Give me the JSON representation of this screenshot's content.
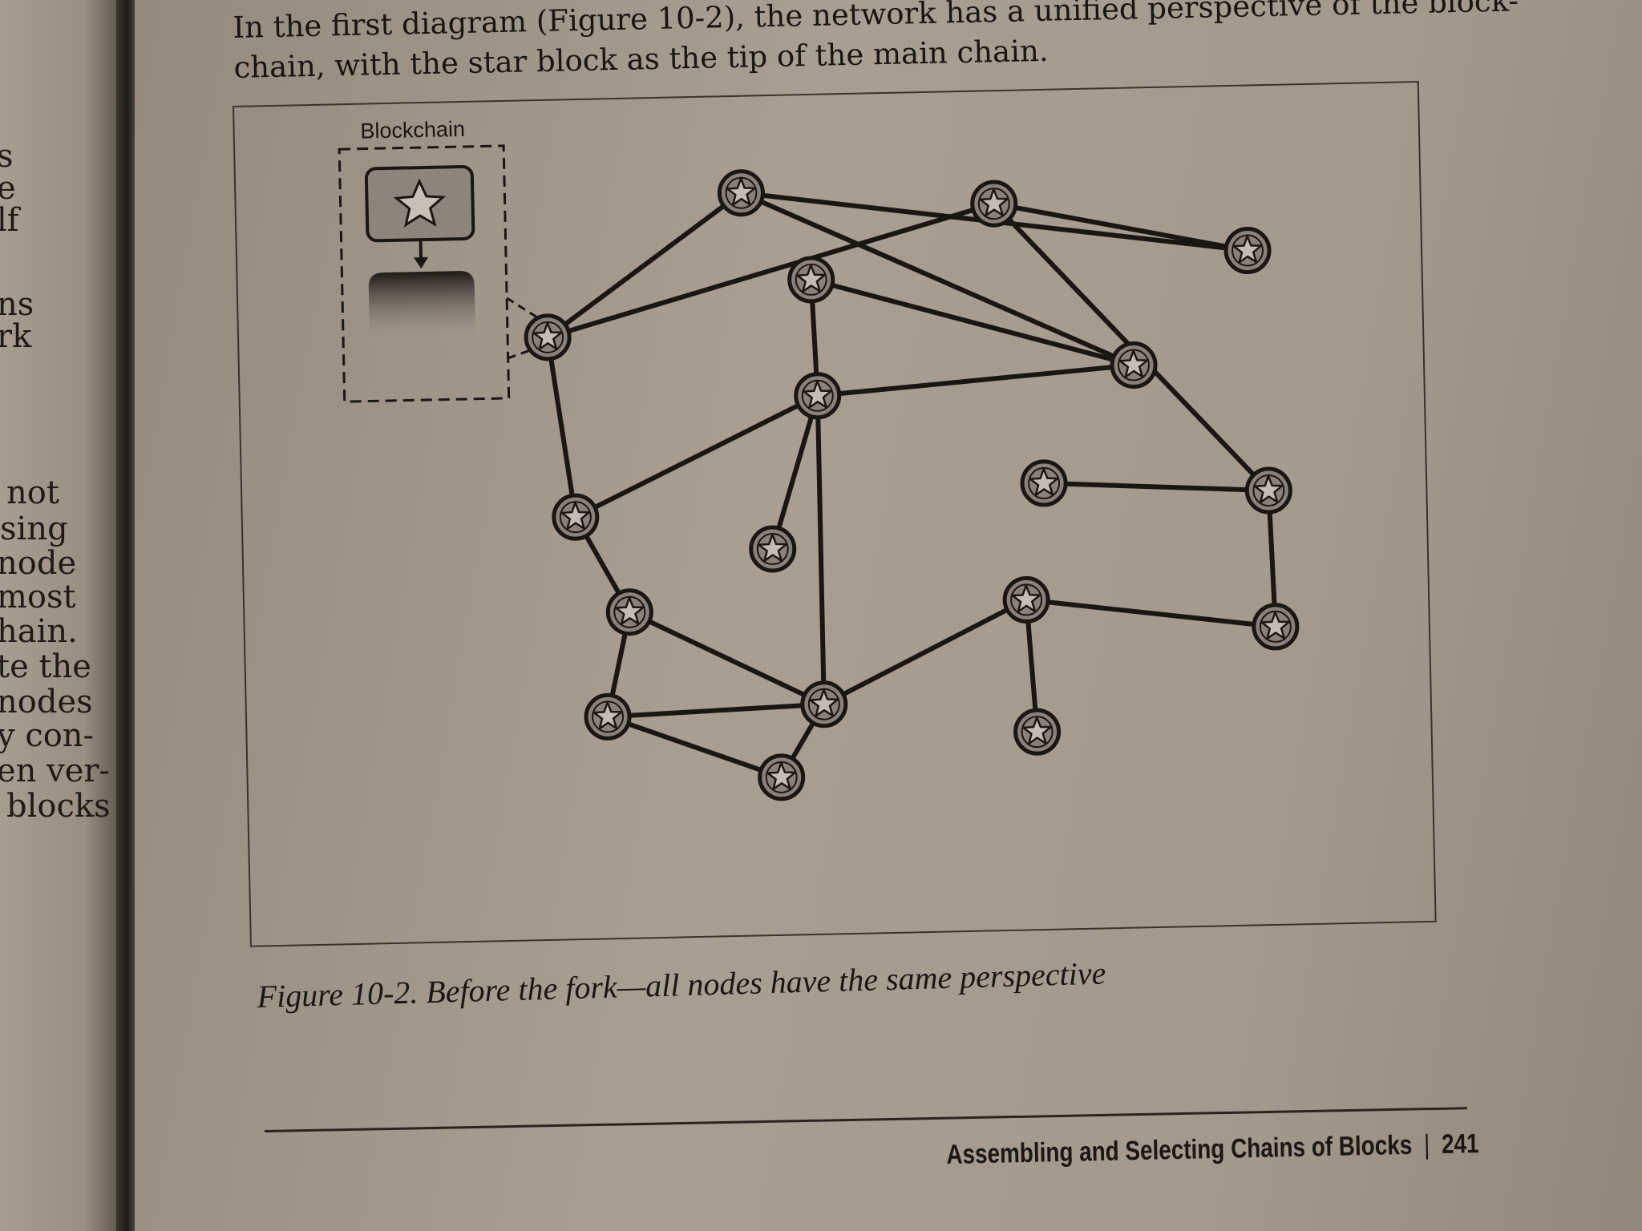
{
  "left_margin_words": [
    "s",
    "e",
    "lf",
    "ns",
    "rk",
    "not",
    "sing",
    "node",
    "most",
    "hain.",
    "te the",
    "nodes",
    "y con-",
    "en ver-",
    "blocks"
  ],
  "intro_lines": [
    "In the first diagram (Figure 10-2), the network has a unified perspective of the block-",
    "chain, with the star block as the tip of the main chain."
  ],
  "figure": {
    "inset_label": "Blockchain",
    "nodes": [
      {
        "id": "n1"
      },
      {
        "id": "n2"
      },
      {
        "id": "n3"
      },
      {
        "id": "n4"
      },
      {
        "id": "n5"
      },
      {
        "id": "n6"
      },
      {
        "id": "n7"
      },
      {
        "id": "n8"
      },
      {
        "id": "n9"
      },
      {
        "id": "n10"
      },
      {
        "id": "n11"
      },
      {
        "id": "n12"
      },
      {
        "id": "n13"
      },
      {
        "id": "n14"
      },
      {
        "id": "n15"
      },
      {
        "id": "n16"
      },
      {
        "id": "n17"
      },
      {
        "id": "n18"
      }
    ],
    "edges": [
      [
        "n1",
        "n2"
      ],
      [
        "n1",
        "n3"
      ],
      [
        "n2",
        "n4"
      ],
      [
        "n3",
        "n4"
      ],
      [
        "n2",
        "n6"
      ],
      [
        "n3",
        "n12"
      ],
      [
        "n1",
        "n7"
      ],
      [
        "n5",
        "n6"
      ],
      [
        "n5",
        "n8"
      ],
      [
        "n8",
        "n6"
      ],
      [
        "n7",
        "n8"
      ],
      [
        "n8",
        "n9"
      ],
      [
        "n8",
        "n14"
      ],
      [
        "n7",
        "n10"
      ],
      [
        "n10",
        "n14"
      ],
      [
        "n10",
        "n11"
      ],
      [
        "n11",
        "n14"
      ],
      [
        "n11",
        "n15"
      ],
      [
        "n14",
        "n15"
      ],
      [
        "n14",
        "n16"
      ],
      [
        "n16",
        "n13"
      ],
      [
        "n16",
        "n17"
      ],
      [
        "n12",
        "n13"
      ],
      [
        "n12",
        "n18"
      ]
    ]
  },
  "caption": "Figure 10-2. Before the fork—all nodes have the same perspective",
  "footer": {
    "section_title": "Assembling and Selecting Chains of Blocks",
    "separator": "|",
    "page_number": "241"
  },
  "colors": {
    "node_fill": "#8a8279",
    "node_stroke": "#1a1612",
    "edge": "#1a1612",
    "block_fill": "#8d857b"
  }
}
